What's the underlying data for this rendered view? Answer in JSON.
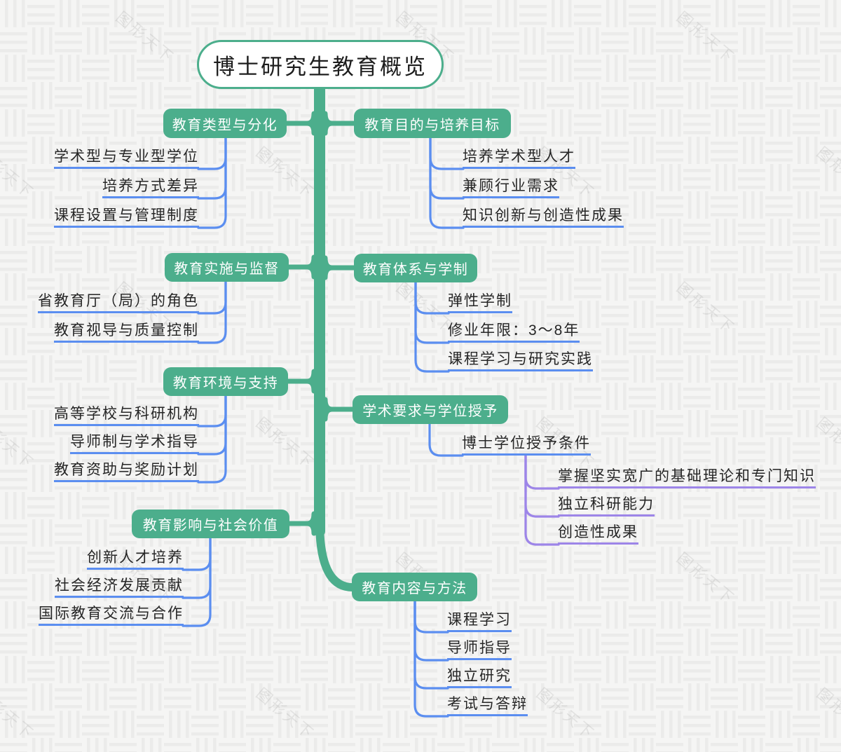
{
  "root": {
    "label": "博士研究生教育概览"
  },
  "watermark": {
    "text": "图形天下"
  },
  "colors": {
    "trunk_green": "#4cae8c",
    "branch_blue": "#5b8ef0",
    "branch_purple": "#9d85e8",
    "node_text": "#ffffff",
    "item_text": "#262626",
    "background": "#f5f5f4"
  },
  "branches": [
    {
      "side": "left",
      "label": "教育类型与分化",
      "children": [
        {
          "text": "学术型与专业型学位"
        },
        {
          "text": "培养方式差异"
        },
        {
          "text": "课程设置与管理制度"
        }
      ]
    },
    {
      "side": "right",
      "label": "教育目的与培养目标",
      "children": [
        {
          "text": "培养学术型人才"
        },
        {
          "text": "兼顾行业需求"
        },
        {
          "text": "知识创新与创造性成果"
        }
      ]
    },
    {
      "side": "left",
      "label": "教育实施与监督",
      "children": [
        {
          "text": "省教育厅（局）的角色"
        },
        {
          "text": "教育视导与质量控制"
        }
      ]
    },
    {
      "side": "right",
      "label": "教育体系与学制",
      "children": [
        {
          "text": "弹性学制"
        },
        {
          "text": "修业年限：3～8年"
        },
        {
          "text": "课程学习与研究实践"
        }
      ]
    },
    {
      "side": "left",
      "label": "教育环境与支持",
      "children": [
        {
          "text": "高等学校与科研机构"
        },
        {
          "text": "导师制与学术指导"
        },
        {
          "text": "教育资助与奖励计划"
        }
      ]
    },
    {
      "side": "right",
      "label": "学术要求与学位授予",
      "children": [
        {
          "text": "博士学位授予条件",
          "children": [
            {
              "text": "掌握坚实宽广的基础理论和专门知识"
            },
            {
              "text": "独立科研能力"
            },
            {
              "text": "创造性成果"
            }
          ]
        }
      ]
    },
    {
      "side": "left",
      "label": "教育影响与社会价值",
      "children": [
        {
          "text": "创新人才培养"
        },
        {
          "text": "社会经济发展贡献"
        },
        {
          "text": "国际教育交流与合作"
        }
      ]
    },
    {
      "side": "right",
      "label": "教育内容与方法",
      "children": [
        {
          "text": "课程学习"
        },
        {
          "text": "导师指导"
        },
        {
          "text": "独立研究"
        },
        {
          "text": "考试与答辩"
        }
      ]
    }
  ]
}
